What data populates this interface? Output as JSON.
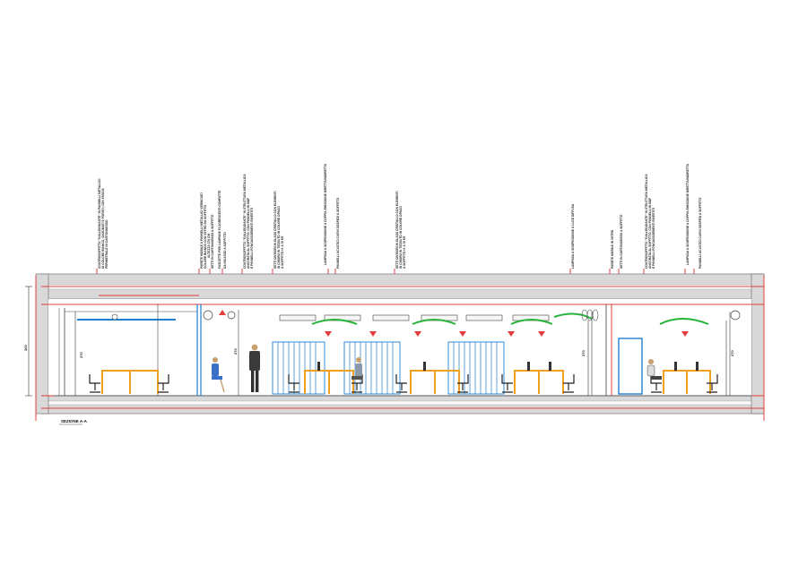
{
  "drawing": {
    "section_title": "SEZIONE A-A",
    "dimensions": {
      "left_height": "300",
      "left_inner": "270",
      "mid_inner": "270",
      "right_inner_a": "270",
      "right_inner_b": "270"
    },
    "annotations": [
      {
        "lines": [
          "CONTROSOFFITTO \"GALLEGGIANTE\" IN PANNELLI METALLICI",
          "DI COLORE BIANCO, SAGOMATI E FORATI, CON FASCIA",
          "PERIMETRALE IN CARTONGESSO"
        ]
      },
      {
        "lines": [
          "PARETE MOBILE A PANNELLI METALLICI VERNICIATI",
          "COLORE BIANCO CON VETRO DA SOFFITTO",
          "ALTEZZA 270 CM"
        ]
      },
      {
        "lines": [
          "SETTI IN CARTONGESSO A SOFFITTO"
        ]
      },
      {
        "lines": [
          "FASCETTE PER LAMPADE FLUORESCENTI COMPATTE",
          "DA INCASSO A SOFFITTO"
        ]
      },
      {
        "lines": [
          "CONTROSOFFITTO \"GALLEGGIANTE\" IN STRUTTURA METALLICA",
          "ANCORATA AL SOFFITTO, CON PANNELLI IN MDF",
          "E PANNELLI FONOASSORBENTI RIVESTITI"
        ]
      },
      {
        "lines": [
          "SETTI DIVISORI IN GLASS CRISTALLO CON ELEMENTI",
          "IN CHIARO IN TESSUTO IN COLORE OPACO",
          "A SOFFITTO H. 2.70 MT"
        ]
      },
      {
        "lines": [
          "LAMPADA A SOSPENSIONE A COPPIA EMISSIONE DIRETTA/INDIRETTA"
        ]
      },
      {
        "lines": [
          "PANNELLI ACUSTICI CURVI SOSPESI A SOFFITTO"
        ]
      },
      {
        "lines": [
          "SETTI DIVISORI IN GLASS CRISTALLO CON ELEMENTI",
          "IN CHIARO IN TESSUTO IN COLORE OPACO",
          "A SOFFITTO H. 2.70 MT"
        ]
      },
      {
        "lines": [
          "LAMPADA A SOSPENSIONE A LUCE DIFFUSA"
        ]
      },
      {
        "lines": [
          "PARETE MOBILE IN VETRO"
        ]
      },
      {
        "lines": [
          "SETTI IN CARTONGESSO A SOFFITTO"
        ]
      },
      {
        "lines": [
          "CONTROSOFFITTO \"GALLEGGIANTE\" IN STRUTTURA METALLICA",
          "ANCORATA AL SOFFITTO, CON PANNELLI IN MDF",
          "E PANNELLI FONOASSORBENTI RIVESTITI"
        ]
      },
      {
        "lines": [
          "LAMPADA A SOSPENSIONE A COPPIA EMISSIONE DIRETTA/INDIRETTA"
        ]
      },
      {
        "lines": [
          "PANNELLI ACUSTICI CURVI SOSPESI A SOFFITTO"
        ]
      }
    ],
    "colors": {
      "structure": "#e23c3c",
      "glass_partition": "#1f7fd1",
      "desk": "#f0a020",
      "acoustic_panel": "#27b33a",
      "floor": "#8a8a8a",
      "lines": "#444444"
    }
  }
}
